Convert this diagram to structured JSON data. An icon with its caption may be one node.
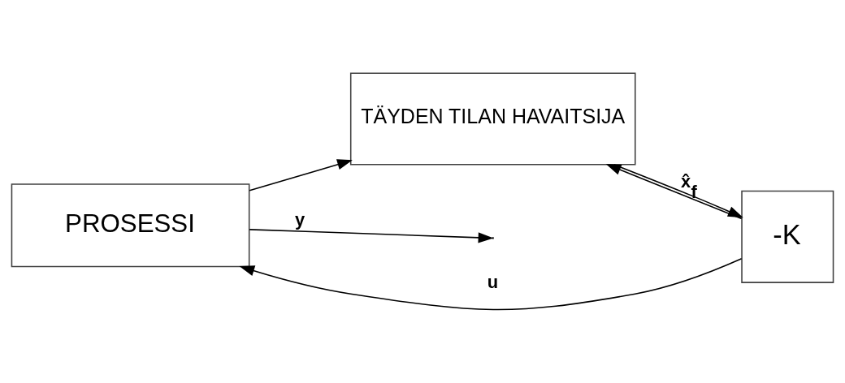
{
  "diagram": {
    "nodes": [
      {
        "text": [
          "PROSESSI"
        ]
      },
      {
        "text": [
          "TÄYDEN TILAN HAVAITSIJA"
        ]
      },
      {
        "text": [
          "-K"
        ]
      }
    ],
    "edges": [
      {
        "from": 2,
        "to": 0,
        "arrow": "to",
        "label": "u"
      },
      {
        "from": 2,
        "to": 1,
        "arrow": "to"
      },
      {
        "from": 0,
        "to": null,
        "arrow": "to",
        "label": "y"
      },
      {
        "from": 0,
        "to": 1,
        "arrow": "to"
      },
      {
        "from": 1,
        "to": 2,
        "arrow": "to",
        "label": "x̂$_{f}$"
      }
    ]
  }
}
